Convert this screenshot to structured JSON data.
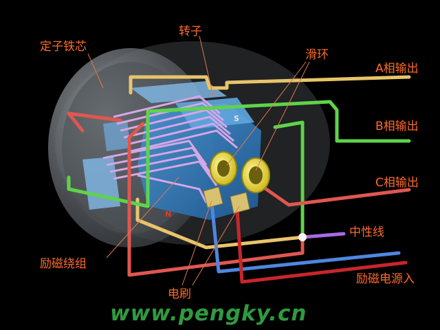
{
  "labels": {
    "stator_core": "定子铁芯",
    "rotor": "转子",
    "slip_ring": "滑环",
    "a_phase": "A相输出",
    "b_phase": "B相输出",
    "c_phase": "C相输出",
    "neutral": "中性线",
    "field_winding": "励磁绕组",
    "brush": "电刷",
    "excitation_input": "励磁电源入"
  },
  "pole_labels": {
    "south": "S",
    "north": "N"
  },
  "watermark": "www.pengky.cn",
  "colors": {
    "label": "#ff6a2a",
    "a_phase_wire": "#e8c46a",
    "b_phase_wire": "#5fd34a",
    "c_phase_wire": "#e0574f",
    "neutral_wire": "#a66be0",
    "excitation_wire_plus": "#4f86e0",
    "excitation_wire_minus": "#c8262b",
    "watermark": "#2f9a3f",
    "slip_ring": "#e6d51e",
    "rotor": "#2f78b8"
  }
}
